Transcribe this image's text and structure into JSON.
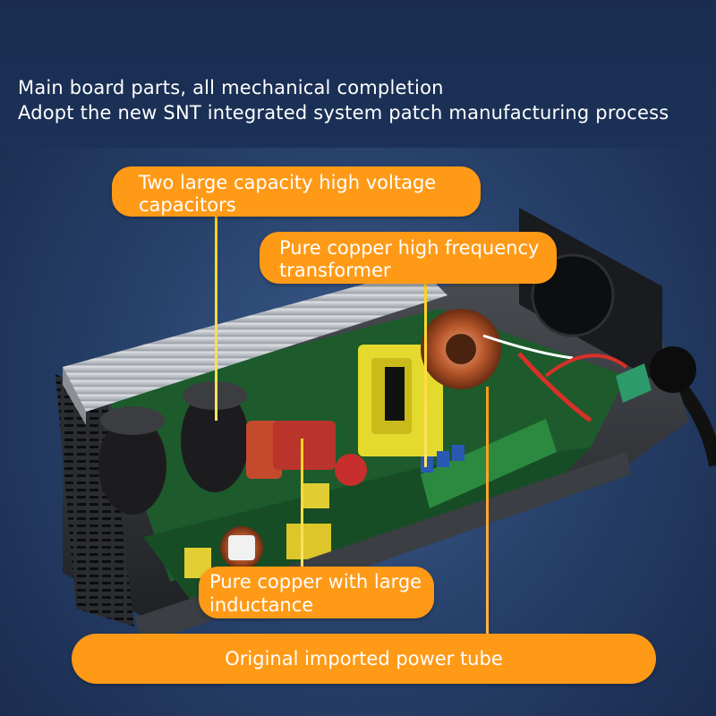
{
  "headline": {
    "line1": "Main board parts, all mechanical completion",
    "line2": "Adopt the new SNT integrated system patch manufacturing process"
  },
  "callouts": {
    "capacitors": {
      "line1": "Two large capacity high voltage",
      "line2": "capacitors"
    },
    "transformer": {
      "line1": "Pure copper high frequency",
      "line2": "transformer"
    },
    "inductance": {
      "line1": "Pure copper with large",
      "line2": "inductance"
    },
    "power_tube": {
      "line1": "Original imported power tube"
    }
  },
  "colors": {
    "accent_orange": "#ff9a17",
    "background_navy": "#1b3157",
    "leader_yellow": "#ffd21a"
  }
}
